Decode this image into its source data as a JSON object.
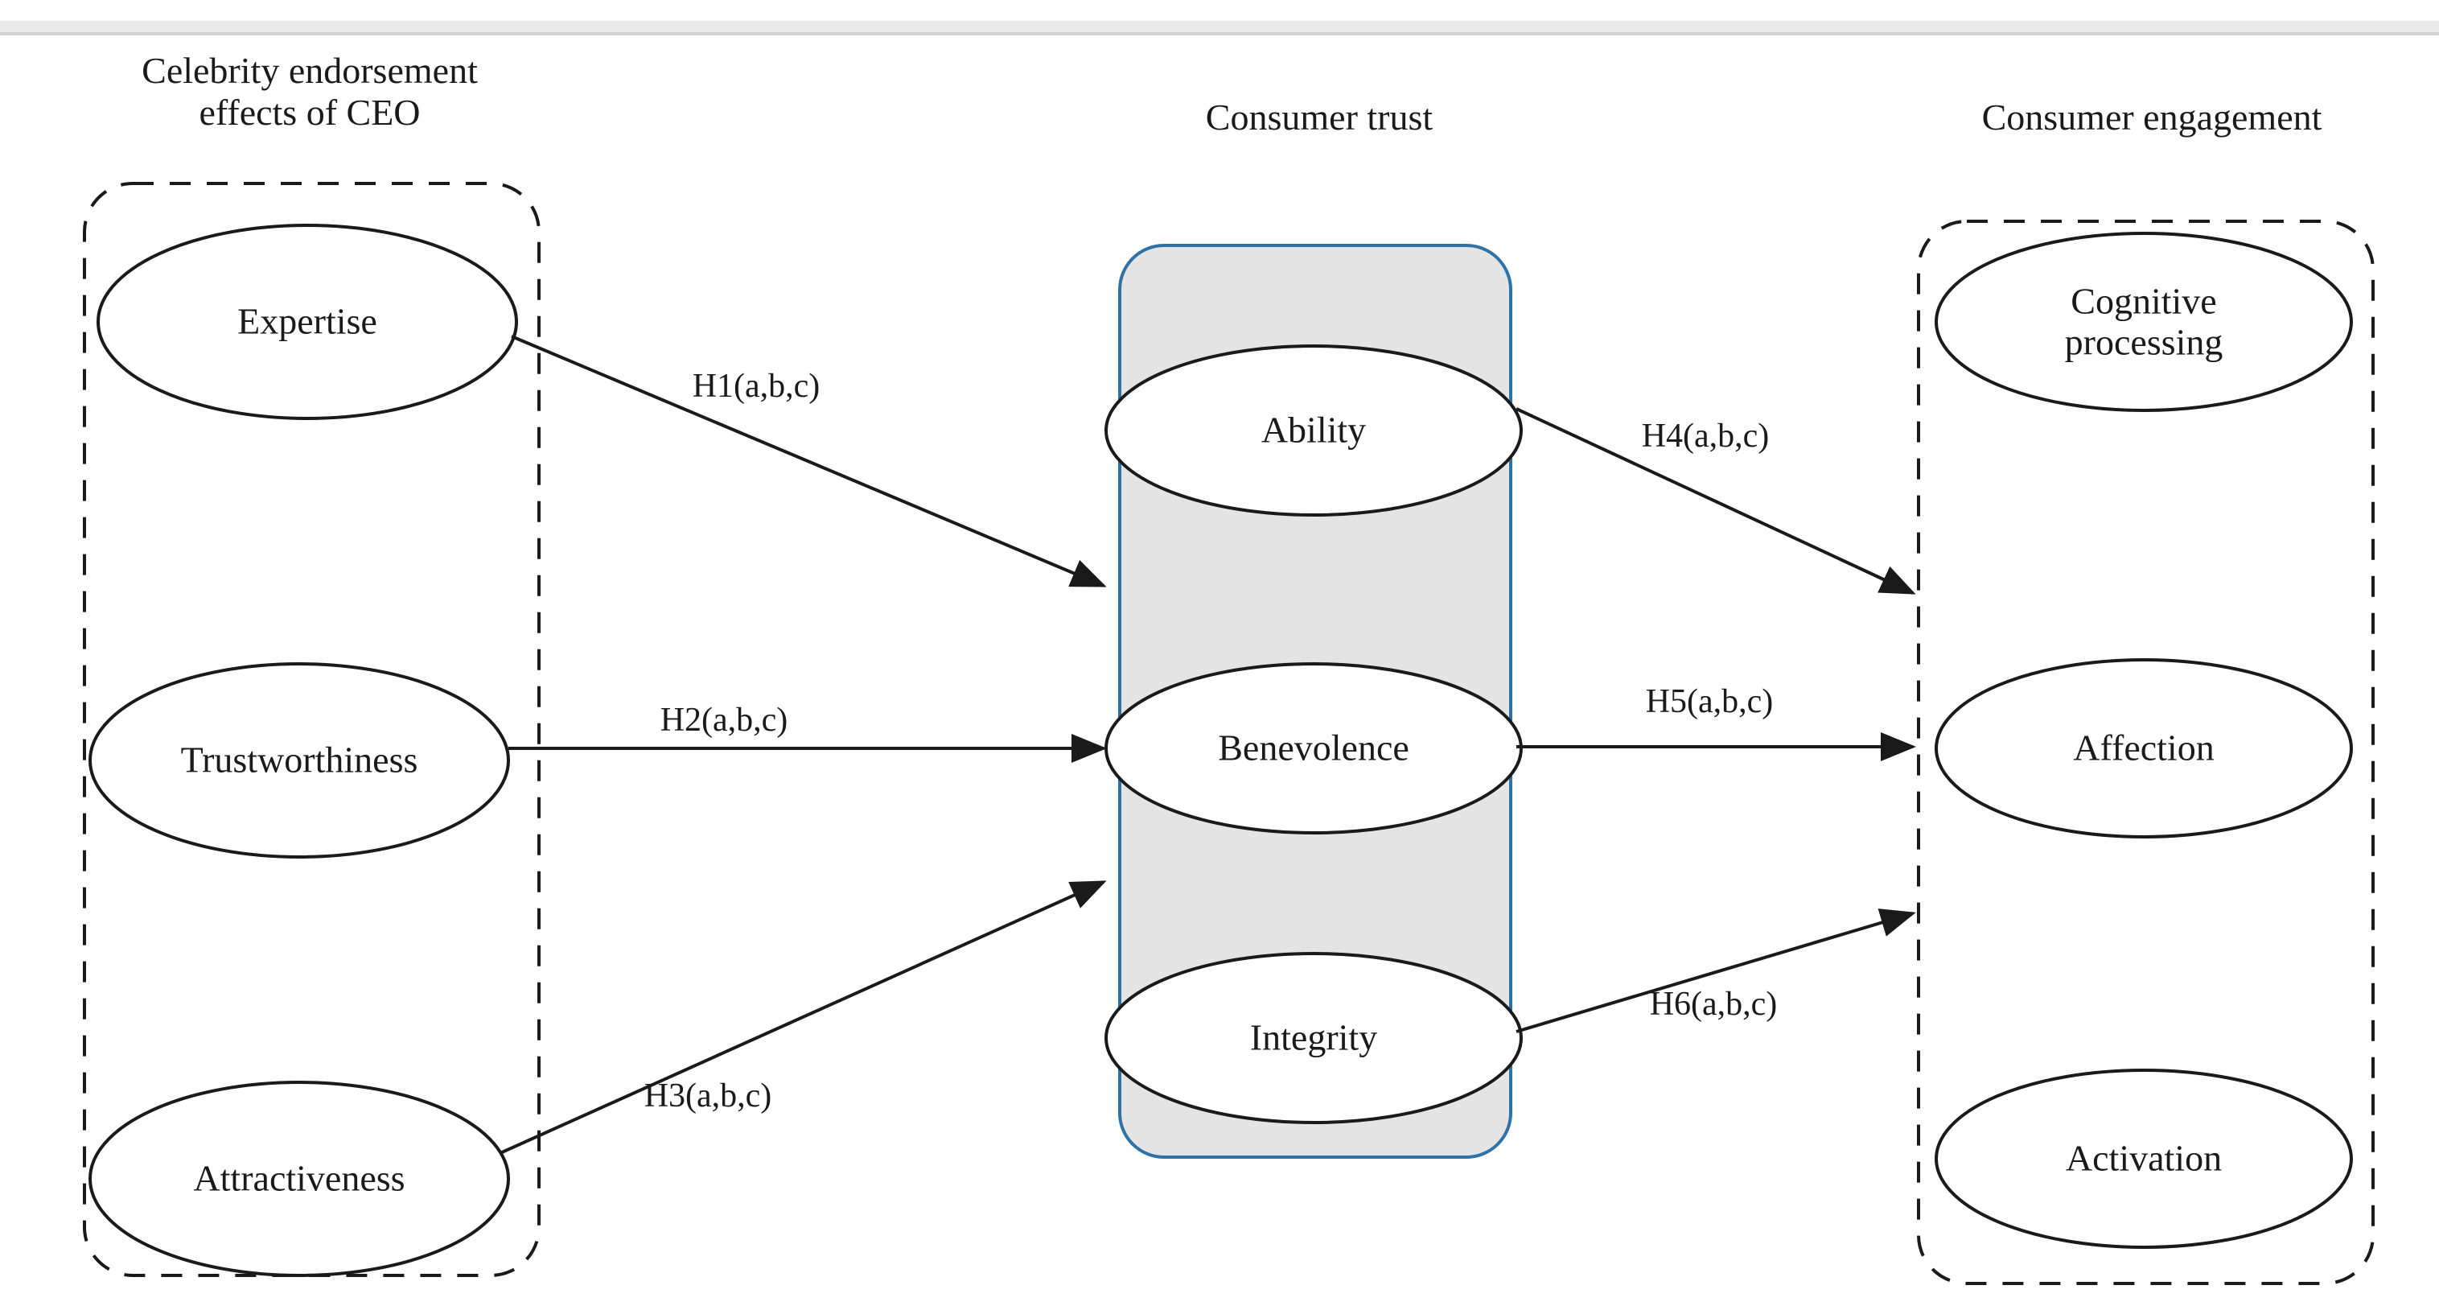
{
  "figure": {
    "type": "conceptual-research-model",
    "columns": [
      {
        "id": "celebrity-endorsement",
        "title": "Celebrity endorsement\neffects of CEO",
        "container": "dashed",
        "nodes": [
          {
            "id": "expertise",
            "label": "Expertise"
          },
          {
            "id": "trustworthiness",
            "label": "Trustworthiness"
          },
          {
            "id": "attractiveness",
            "label": "Attractiveness"
          }
        ]
      },
      {
        "id": "consumer-trust",
        "title": "Consumer trust",
        "container": "solid-filled",
        "nodes": [
          {
            "id": "ability",
            "label": "Ability"
          },
          {
            "id": "benevolence",
            "label": "Benevolence"
          },
          {
            "id": "integrity",
            "label": "Integrity"
          }
        ]
      },
      {
        "id": "consumer-engagement",
        "title": "Consumer engagement",
        "container": "dashed",
        "nodes": [
          {
            "id": "cognitive-processing",
            "label": "Cognitive\nprocessing"
          },
          {
            "id": "affection",
            "label": "Affection"
          },
          {
            "id": "activation",
            "label": "Activation"
          }
        ]
      }
    ],
    "hypotheses": [
      {
        "id": "h1",
        "label": "H1(a,b,c)",
        "from": "expertise",
        "to": "consumer-trust"
      },
      {
        "id": "h2",
        "label": "H2(a,b,c)",
        "from": "trustworthiness",
        "to": "consumer-trust"
      },
      {
        "id": "h3",
        "label": "H3(a,b,c)",
        "from": "attractiveness",
        "to": "consumer-trust"
      },
      {
        "id": "h4",
        "label": "H4(a,b,c)",
        "from": "ability",
        "to": "consumer-engagement"
      },
      {
        "id": "h5",
        "label": "H5(a,b,c)",
        "from": "benevolence",
        "to": "consumer-engagement"
      },
      {
        "id": "h6",
        "label": "H6(a,b,c)",
        "from": "integrity",
        "to": "consumer-engagement"
      }
    ],
    "colors": {
      "stroke": "#1a1a1a",
      "trust_box_border": "#2e72a8",
      "trust_box_fill": "#e4e4e4",
      "background": "#ffffff",
      "top_rule": "#e9e9e9"
    }
  }
}
